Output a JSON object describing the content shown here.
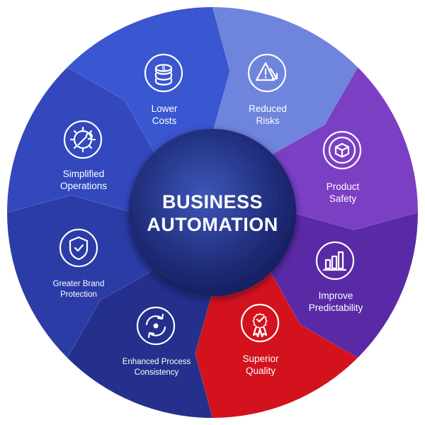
{
  "center": {
    "line1": "BUSINESS",
    "line2": "AUTOMATION"
  },
  "segments": [
    {
      "id": "lower-costs",
      "lines": [
        "Lower",
        "Costs"
      ],
      "icon": "coins-dollar-icon",
      "color": "#6f84dc"
    },
    {
      "id": "reduced-risks",
      "lines": [
        "Reduced",
        "Risks"
      ],
      "icon": "warning-triangle-icon",
      "color": "#7b3fc4"
    },
    {
      "id": "product-safety",
      "lines": [
        "Product",
        "Safety"
      ],
      "icon": "box-shield-icon",
      "color": "#5a2aa6"
    },
    {
      "id": "improve-predictability",
      "lines": [
        "Improve",
        "Predictability"
      ],
      "icon": "bar-chart-icon",
      "color": "#d3121e"
    },
    {
      "id": "superior-quality",
      "lines": [
        "Superior",
        "Quality"
      ],
      "icon": "award-ribbon-icon",
      "color": "#24308c"
    },
    {
      "id": "enhanced-process-consistency",
      "lines": [
        "Enhanced Process",
        "Consistency"
      ],
      "icon": "cycle-arrows-icon",
      "color": "#2c3ca6"
    },
    {
      "id": "greater-brand-protection",
      "lines": [
        "Greater Brand",
        "Protection"
      ],
      "icon": "shield-check-icon",
      "color": "#3348bd"
    },
    {
      "id": "simplified-operations",
      "lines": [
        "Simplified",
        "Operations"
      ],
      "icon": "gear-wrench-icon",
      "color": "#3a56d0"
    }
  ]
}
